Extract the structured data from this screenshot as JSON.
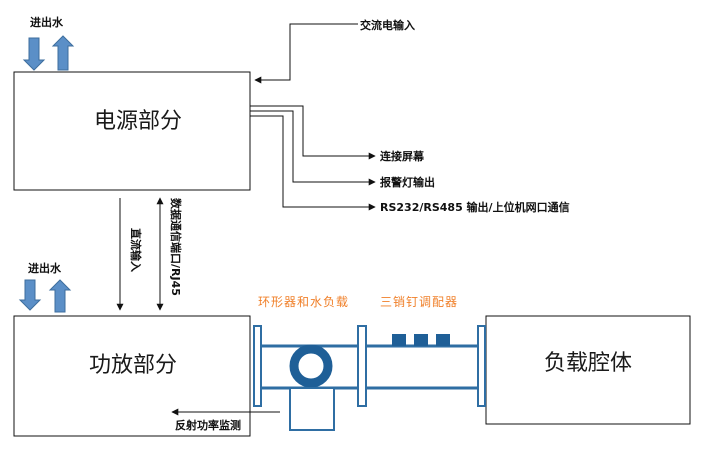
{
  "boxes": {
    "power_supply": "电源部分",
    "amplifier": "功放部分",
    "load_cavity": "负载腔体"
  },
  "labels": {
    "water_top": "进出水",
    "water_bottom": "进出水",
    "ac_input": "交流电输入",
    "screen": "连接屏幕",
    "alarm": "报警灯输出",
    "comm": "RS232/RS485 输出/上位机网口通信",
    "dc_input": "直流输入",
    "data_port": "数据通信端口/RJ45",
    "circulator": "环形器和水负载",
    "tuner": "三销钉调配器",
    "reflected": "反射功率监测"
  },
  "colors": {
    "water_arrow": "#5b8fc7",
    "waveguide": "#2f6ea3",
    "orange_text": "#f0802a"
  }
}
